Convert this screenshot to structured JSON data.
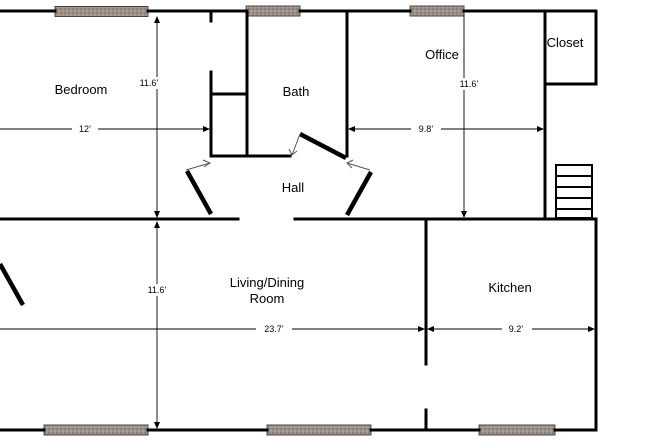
{
  "rooms": {
    "bedroom": "Bedroom",
    "bath": "Bath",
    "office": "Office",
    "closet": "Closet",
    "hall": "Hall",
    "living_line1": "Living/Dining",
    "living_line2": "Room",
    "kitchen": "Kitchen"
  },
  "dimensions": {
    "bedroom_height": "11.6’",
    "bedroom_width": "12’",
    "office_height": "11.6’",
    "office_width": "9.8’",
    "living_height": "11.6’",
    "living_width": "23.7’",
    "kitchen_width": "9.2’"
  },
  "colors": {
    "wall": "#000000",
    "window": "#9b8f86"
  }
}
